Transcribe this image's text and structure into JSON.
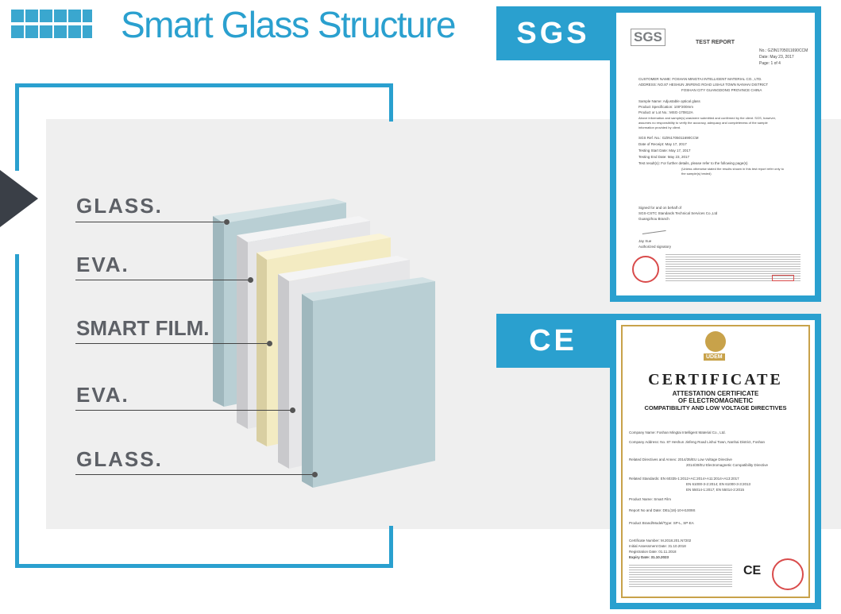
{
  "header": {
    "title": "Smart Glass Structure"
  },
  "layers": [
    {
      "label": "GLASS."
    },
    {
      "label": "EVA."
    },
    {
      "label": "SMART FILM."
    },
    {
      "label": "EVA."
    },
    {
      "label": "GLASS."
    }
  ],
  "colors": {
    "accent": "#2aa0cf",
    "glass": "#b9cfd4",
    "eva": "#e6e6e8",
    "film": "#f3ebc2",
    "panel_bg": "#efefef",
    "cert_gold": "#c8a24a",
    "arrow": "#3a3f47"
  },
  "certificates": {
    "sgs": {
      "badge": "SGS",
      "logo": "SGS",
      "heading": "TEST REPORT",
      "meta": [
        "No.:  GZIN1705011690CCM",
        "Date:  May 23, 2017",
        "Page:  1 of 4"
      ],
      "lines": [
        "CUSTOMER NAME:   FOSHAN MINGTAI INTELLIGENT MATERIAL CO., LTD.",
        "ADDRESS:   NO.87 HESHUN JINFENG ROAD LISHUI TOWN NANHAI DISTRICT",
        "FOSHAN CITY GUANGDONG PROVINCE CHINA",
        "Sample Name:   Adjustable optical glass",
        "Product Specification:   100*200mm",
        "Product or Lot No.:   MSG-170812A",
        "Above information and sample(s) was/were submitted and confirmed by the client. SGS, however,",
        "assumes no responsibility to verify the accuracy, adequacy and completeness of the sample",
        "information provided by client.",
        "SGS Ref. No.:   GZIN1705011690CCM",
        "Date of Receipt:   May 17, 2017",
        "Testing Start Date:   May 17, 2017",
        "Testing End Date:   May 23, 2017",
        "Test result(s):   For further details, please refer to the following page(s)",
        "(Unless otherwise stated the results shown in this test report refer only to",
        "the sample(s) tested)",
        "Signed for and on behalf of",
        "SGS-CSTC Standards Technical Services Co.,Ltd",
        "Guangzhou Branch",
        "Jay Xue",
        "Authorized signatory"
      ]
    },
    "ce": {
      "badge": "CE",
      "logo": "UDEM",
      "title": "CERTIFICATE",
      "subtitle1": "ATTESTATION CERTIFICATE",
      "subtitle2": "OF ELECTROMAGNETIC",
      "subtitle3": "COMPATIBILITY AND LOW VOLTAGE DIRECTIVES",
      "lines": [
        "Company Name:   Foshan Mingtai Intelligent Material Co., Ltd.",
        "Company Address:   No. 87 Heshun Jinfeng Road Lishui Town, Nanhai District, Foshan",
        "Related Directives and Annex:   2014/35/EU Low Voltage Directive",
        "2014/30/EU Electromagnetic Compatibility Directive",
        "Related Standards:   EN 60335-1:2012+AC:2014+A11:2014+A13:2017",
        "EN 61000-3-2:2014; EN 61000-3-3:2013",
        "EN 55014-1:2017; EN 55014-2:2015",
        "Product Name:   Smart Film",
        "Report No and Date:   DEL(18)-10-H1009S",
        "Product Brand/Model/Type:   SP-L, SP-EA",
        "Certificate Number:   M.2018.201.N7202",
        "Initial Assessment Date:   31.10.2018",
        "Registration Date:   01.11.2018",
        "Expiry Date:   31.10.2023"
      ],
      "mark": "CE"
    }
  }
}
